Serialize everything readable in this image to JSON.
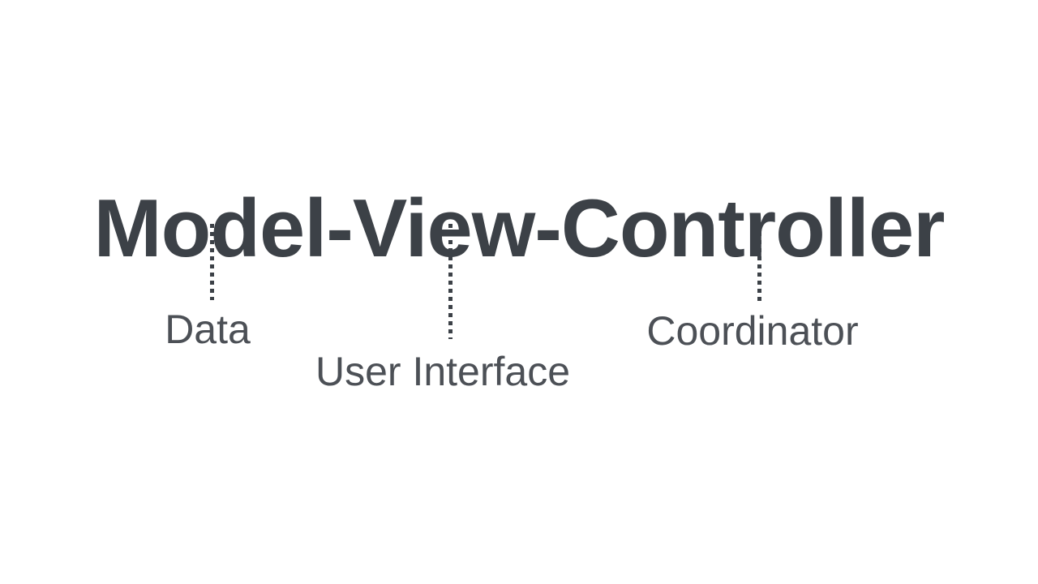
{
  "slide": {
    "title": "Model-View-Controller",
    "connector_labels": [
      {
        "for": "model",
        "text": "Data"
      },
      {
        "for": "view",
        "text": "User Interface"
      },
      {
        "for": "controller",
        "text": "Coordinator"
      }
    ],
    "colors": {
      "background": "#ffffff",
      "title_text": "#3c4147",
      "label_text": "#4c5056",
      "connector_line": "#3c4147"
    }
  }
}
